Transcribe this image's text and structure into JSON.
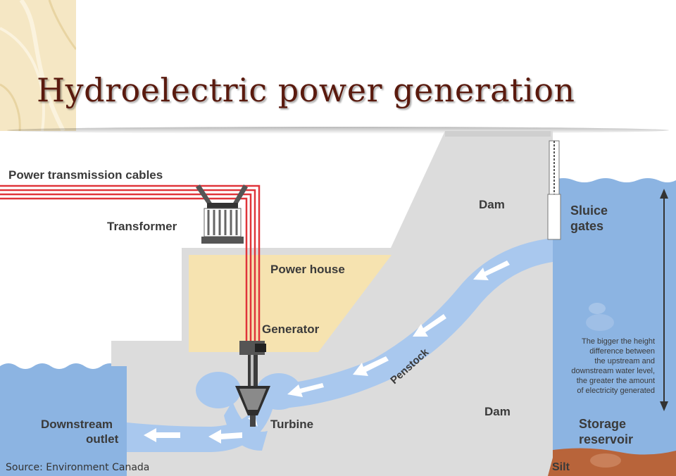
{
  "slide": {
    "title": "Hydroelectric power generation"
  },
  "diagram": {
    "labels": {
      "power_cables": "Power transmission cables",
      "transformer": "Transformer",
      "dam_top": "Dam",
      "sluice_1": "Sluice",
      "sluice_2": "gates",
      "power_house": "Power house",
      "generator": "Generator",
      "penstock": "Penstock",
      "turbine": "Turbine",
      "dam_bottom": "Dam",
      "downstream_1": "Downstream",
      "downstream_2": "outlet",
      "storage_1": "Storage",
      "storage_2": "reservoir",
      "silt": "Silt"
    },
    "height_note": [
      "The bigger the height",
      "difference between",
      "the upstream and",
      "downstream water level,",
      "the greater the amount",
      "of electricity generated"
    ],
    "source": "Source: Environment Canada"
  },
  "colors": {
    "title": "#5a1a0e",
    "water": "#8cb4e2",
    "flow": "#a9c8ee",
    "dam": "#dcdcdc",
    "power_house": "#f6e3b0",
    "cable": "#e0343a",
    "silt": "#b8643a"
  }
}
